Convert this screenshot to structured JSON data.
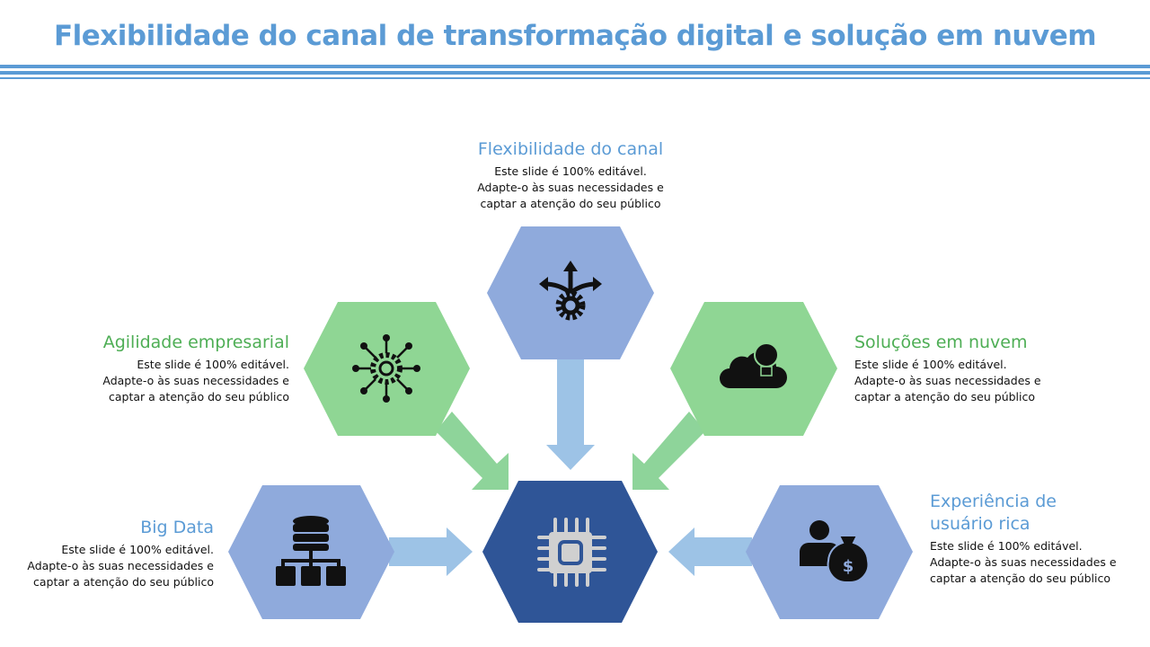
{
  "title": "Flexibilidade do canal de transformação digital e solução em nuvem",
  "colors": {
    "title": "#5B9BD5",
    "hex_blue": "#8FAADC",
    "hex_green": "#8FD694",
    "center": "#2F5597",
    "arrow_blue": "#9DC3E6",
    "arrow_green": "#8ED49A"
  },
  "items": [
    {
      "heading": "Flexibilidade do canal",
      "line1": "Este slide é 100% editável.",
      "line2": "Adapte-o às suas necessidades e",
      "line3": "captar a atenção do seu público",
      "icon": "branching-gear-icon"
    },
    {
      "heading": "Agilidade empresarial",
      "line1": "Este slide é 100% editável.",
      "line2": "Adapte-o às suas necessidades e",
      "line3": "captar a atenção do seu público",
      "icon": "network-gear-icon"
    },
    {
      "heading": "Soluções em nuvem",
      "line1": "Este slide é 100% editável.",
      "line2": "Adapte-o às suas necessidades e",
      "line3": "captar a atenção do seu público",
      "icon": "cloud-lightbulb-icon"
    },
    {
      "heading": "Big Data",
      "line1": "Este slide é 100% editável.",
      "line2": "Adapte-o às suas necessidades e",
      "line3": "captar a atenção do seu público",
      "icon": "database-hierarchy-icon"
    },
    {
      "heading_line1": "Experiência de",
      "heading_line2": "usuário rica",
      "line1": "Este slide é 100% editável.",
      "line2": "Adapte-o às suas necessidades e",
      "line3": "captar a atenção do seu público",
      "icon": "user-money-bag-icon"
    }
  ],
  "center_icon": "processor-chip-icon"
}
